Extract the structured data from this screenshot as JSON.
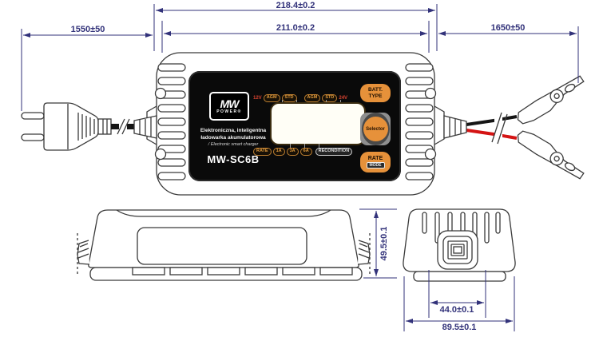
{
  "drawing_title": "MW-SC6B electronic smart charger dimensional drawing",
  "dimensions": {
    "overall_width": "218.4±0.2",
    "panel_width": "211.0±0.2",
    "ac_cable_length": "1550±50",
    "dc_cable_length": "1650±50",
    "height": "49.5±0.1",
    "connector_width": "44.0±0.1",
    "body_width": "89.5±0.1"
  },
  "panel": {
    "logo_mw": "MW",
    "logo_power": "POWER®",
    "desc_line1": "Elektroniczna, inteligentna",
    "desc_line2": "ładowarka akumulatorowa",
    "desc_line3": "/ Electronic smart charger",
    "model": "MW-SC6B",
    "indicators_top": {
      "v12": "12V",
      "agm1": "AGM",
      "std1": "STD",
      "agm2": "AGM",
      "std2": "STD",
      "v24": "24V"
    },
    "indicators_bottom": {
      "rate": "RATE",
      "a1": "1A",
      "a3": "3A",
      "a6": "6A",
      "recondition": "RECONDITION"
    },
    "buttons": {
      "batt_type_line1": "BATT.",
      "batt_type_line2": "TYPE",
      "selector": "Selector",
      "rate": "RATE",
      "rate_sub": "MODE"
    }
  },
  "colors": {
    "dimension": "#32327a",
    "outline": "#3a3a3a",
    "panel_bg": "#0a0a0a",
    "amber": "#e6913a",
    "voltage_red": "#d94330",
    "red_wire": "#d41414",
    "black_wire": "#151515"
  }
}
